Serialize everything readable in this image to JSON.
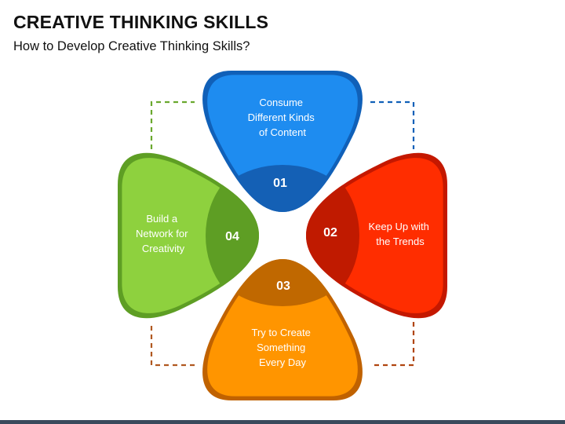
{
  "header": {
    "title": "CREATIVE THINKING SKILLS",
    "subtitle": "How to Develop Creative Thinking Skills?"
  },
  "petals": [
    {
      "number": "01",
      "text": [
        "Consume",
        "Different Kinds",
        "of Content"
      ],
      "colors": {
        "fill": "#1E8CF0",
        "outline": "#1060B8",
        "cap": "#1460B5"
      }
    },
    {
      "number": "02",
      "text": [
        "Keep Up with",
        "the Trends"
      ],
      "colors": {
        "fill": "#FF2D00",
        "outline": "#C41800",
        "cap": "#C01A00"
      }
    },
    {
      "number": "03",
      "text": [
        "Try to Create",
        "Something",
        "Every Day"
      ],
      "colors": {
        "fill": "#FF9500",
        "outline": "#C06200",
        "cap": "#C06800"
      }
    },
    {
      "number": "04",
      "text": [
        "Build a",
        "Network for",
        "Creativity"
      ],
      "colors": {
        "fill": "#8ED13E",
        "outline": "#5E9E24",
        "cap": "#5E9E24"
      }
    }
  ],
  "connectors": [
    {
      "color": "#1060B8"
    },
    {
      "color": "#B04510"
    },
    {
      "color": "#B05820"
    },
    {
      "color": "#6AA82E"
    }
  ]
}
